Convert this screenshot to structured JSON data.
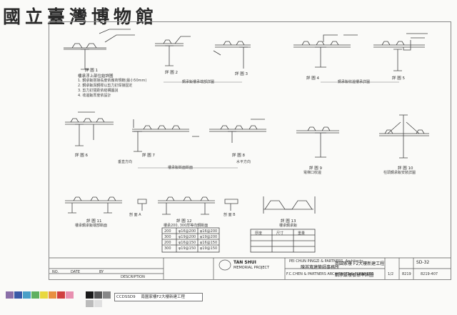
{
  "museum_title": "國立臺灣博物館",
  "details": [
    {
      "label": "詳 圖 1",
      "sub": "樓承浮上部位結詳圖"
    },
    {
      "label": "詳 圖 2",
      "sub": ""
    },
    {
      "label": "詳 圖 3",
      "sub": ""
    },
    {
      "label": "詳 圖 4",
      "sub": ""
    },
    {
      "label": "詳 圖 5",
      "sub": ""
    },
    {
      "label": "詳 圖 6",
      "sub": ""
    },
    {
      "label": "詳 圖 7",
      "sub": ""
    },
    {
      "label": "詳 圖 8",
      "sub": ""
    },
    {
      "label": "詳 圖 9",
      "sub": "電梯口收邊"
    },
    {
      "label": "詳 圖 10",
      "sub": "柱頭鋼承鈑安裝詳圖"
    },
    {
      "label": "詳 圖 11",
      "sub": "樓承鋼承鈑端部斷面"
    },
    {
      "label": "詳 圖 12",
      "sub": "樓承200, 300厚等向鋼斷面"
    },
    {
      "label": "詳 圖 13",
      "sub": "樓承鋼承鈑"
    }
  ],
  "group_captions": {
    "row1_left": "鋼承鈑樓承端部詳圖",
    "row1_right": "鋼承鈑收邊樓承詳圖",
    "row2": "樓承鈑斷面斷面",
    "vertical_direction": "垂直方向",
    "horizontal_direction": "水平方向",
    "section_a": "剖 面 A",
    "section_b": "剖 面 B"
  },
  "title_block": {
    "firm_en": "PEI CHUN PINGZI & PARTNERS, Architects",
    "firm_zh": "陳其寬建築師事務所",
    "firm_sub": "F.C.CHEN & PARTNERS ARCHITECTS & PLANNERS",
    "logo_name": "TAN SHUI",
    "logo_sub": "MEMORIAL PROJECT",
    "project": "南園家樓 F2大樓新建工程",
    "drawing_title": "鋼承鈑樓板標準詳圖",
    "sheet_no": "SD-32",
    "scale": "1/2",
    "code1": "8219",
    "code2": "8219-407",
    "desc_label": "DESCRIPTION",
    "rev_labels": [
      "NO.",
      "DATE",
      "BY"
    ]
  },
  "note_lines": [
    "1. 鋼承鈑搭接長度依廠商規範(最小50mm)",
    "2. 鋼承鈑與鋼樑以剪力釘焊接固定",
    "3. 剪力釘間距依結構圖說",
    "4. 收邊鈑厚度依設計"
  ],
  "table13_headers": [
    "厚度",
    "尺寸",
    "重量"
  ],
  "table12_rows": [
    [
      "200",
      "φ16@200",
      "φ16@200"
    ],
    [
      "300",
      "φ19@200",
      "φ19@200"
    ],
    [
      "200",
      "φ16@150",
      "φ16@150"
    ],
    [
      "300",
      "φ19@150",
      "φ19@150"
    ]
  ],
  "scan_label": "南園家樓F2大樓新建工程",
  "scan_code": "CCDSSD9",
  "color_bar": [
    "#8a6fa8",
    "#3a5aa8",
    "#4aa0c8",
    "#5fb060",
    "#e8d840",
    "#e89040",
    "#d04040",
    "#e890b0",
    "#1a1a1a",
    "#555555",
    "#888888",
    "#bbbbbb",
    "#e0e0e0"
  ]
}
